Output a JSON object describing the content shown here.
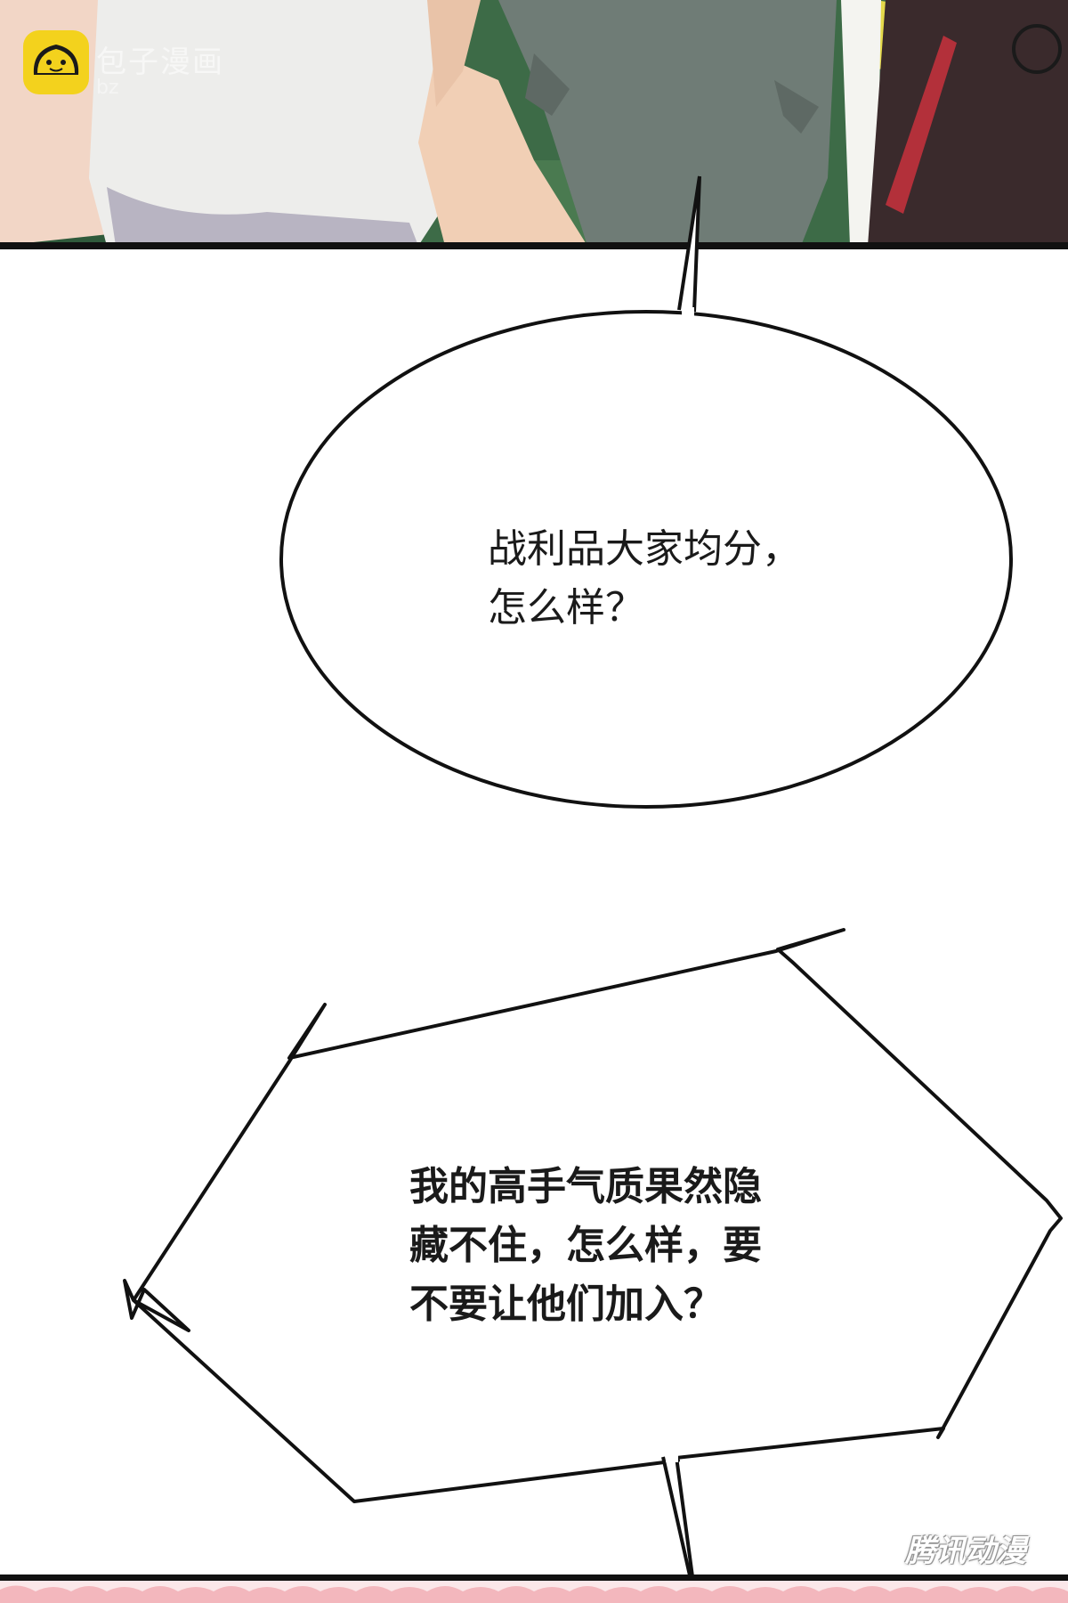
{
  "watermark": {
    "logo_icon": "bun-mascot-icon",
    "text": "包子漫画",
    "subtext": "bz",
    "corner_text": "腾讯动漫"
  },
  "panel_top": {
    "scene": "characters-torso-scene"
  },
  "bubble1": {
    "lines": [
      "战利品大家均分，",
      "怎么样？"
    ]
  },
  "bubble2": {
    "lines": [
      "我的高手气质果然隐",
      "藏不住，怎么样，要",
      "不要让他们加入？"
    ]
  },
  "colors": {
    "background": "#ffffff",
    "border": "#111111",
    "watermark_logo": "#f3d21d",
    "bottom_strip": "#fbe7e9"
  }
}
